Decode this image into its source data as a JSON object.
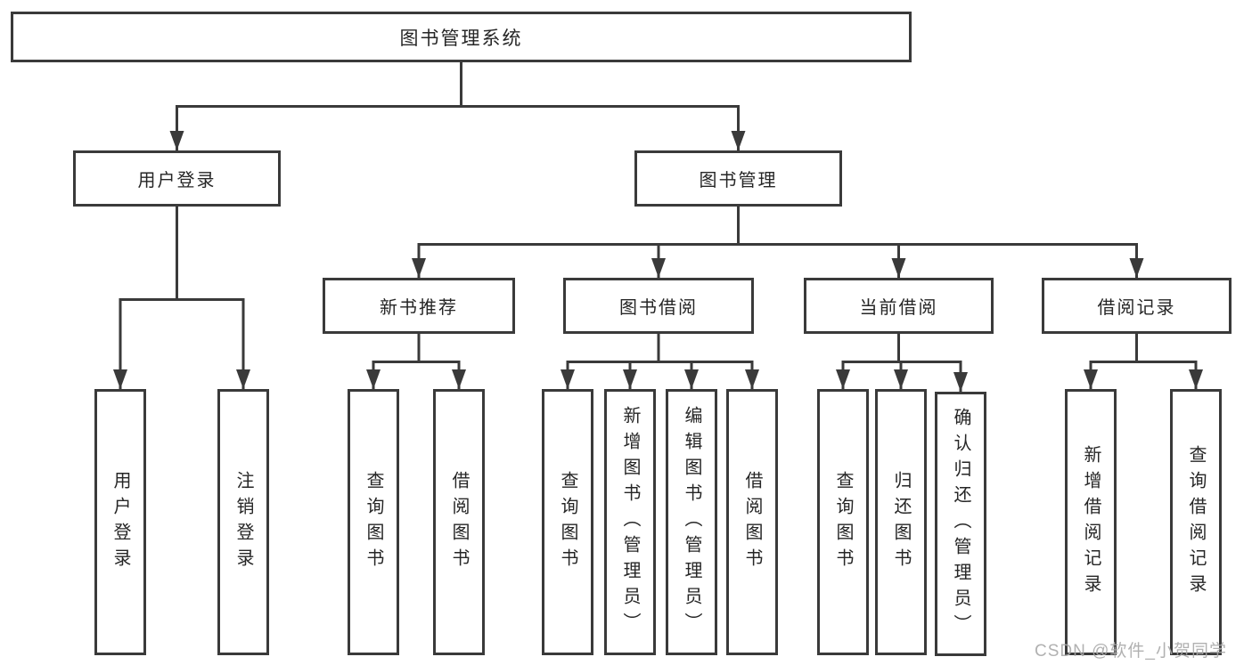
{
  "watermark": "CSDN @软件_小贺同学",
  "colors": {
    "line": "#3a3a3a",
    "border": "#3a3a3a",
    "text": "#262626",
    "background": "#ffffff",
    "watermark": "#a9a9a9"
  },
  "tree": {
    "root": {
      "label": "图书管理系统",
      "children": [
        {
          "label": "用户登录",
          "children": [
            {
              "label": "用户登录"
            },
            {
              "label": "注销登录"
            }
          ]
        },
        {
          "label": "图书管理",
          "children": [
            {
              "label": "新书推荐",
              "children": [
                {
                  "label": "查询图书"
                },
                {
                  "label": "借阅图书"
                }
              ]
            },
            {
              "label": "图书借阅",
              "children": [
                {
                  "label": "查询图书"
                },
                {
                  "label": "新增图书（管理员）"
                },
                {
                  "label": "编辑图书（管理员）"
                },
                {
                  "label": "借阅图书"
                }
              ]
            },
            {
              "label": "当前借阅",
              "children": [
                {
                  "label": "查询图书"
                },
                {
                  "label": "归还图书"
                },
                {
                  "label": "确认归还（管理员）"
                }
              ]
            },
            {
              "label": "借阅记录",
              "children": [
                {
                  "label": "新增借阅记录"
                },
                {
                  "label": "查询借阅记录"
                }
              ]
            }
          ]
        }
      ]
    }
  }
}
